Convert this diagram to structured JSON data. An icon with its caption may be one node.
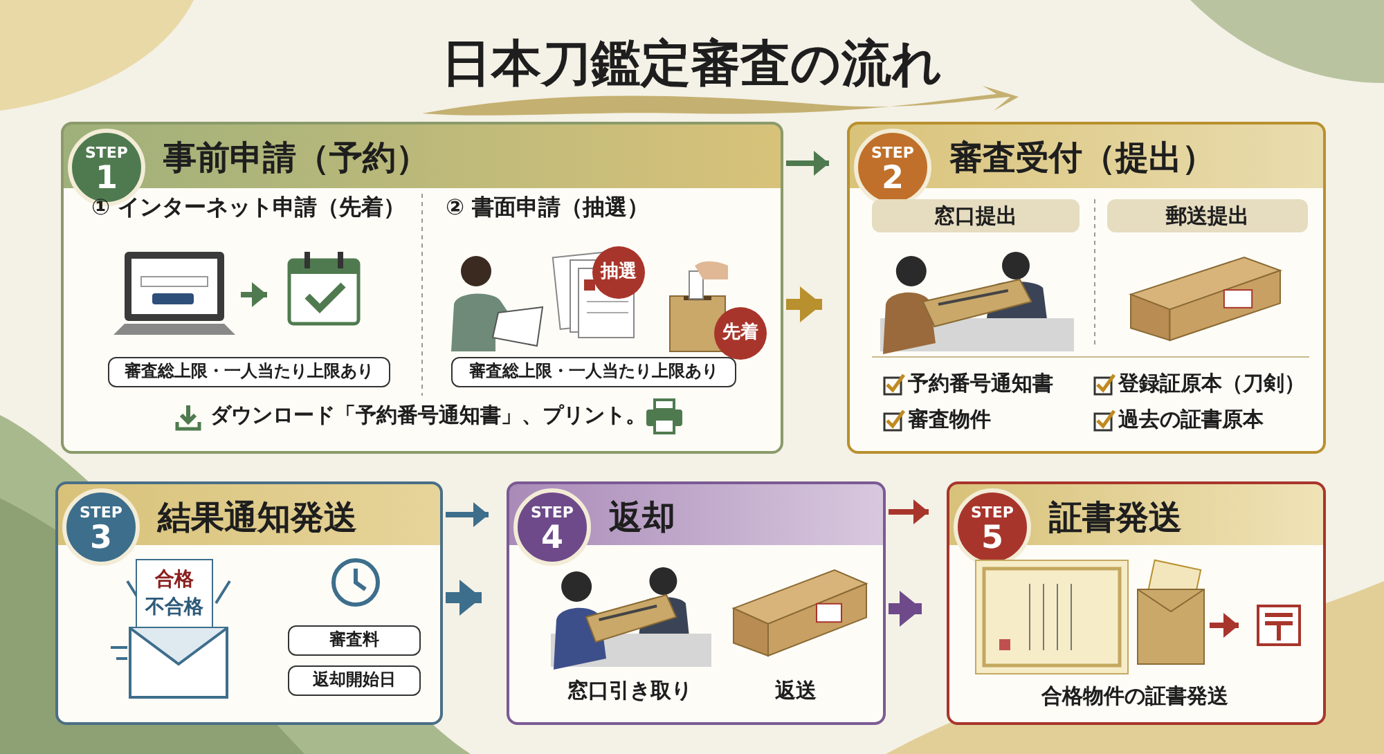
{
  "diagram": {
    "title": "日本刀鑑定審査の流れ",
    "nodes": [
      {
        "text": [
          "STEP 1",
          "事前申請（予約）"
        ]
      },
      {
        "text": [],
        "shape": "picture",
        "in": 0
      },
      {
        "text": [],
        "shape": "picture",
        "in": 0
      },
      {
        "text": [
          "審査総上限・一人当たり上限あり"
        ],
        "in": 0
      },
      {
        "text": [
          "抽選"
        ],
        "in": 0
      },
      {
        "text": [
          "先着"
        ],
        "in": 0
      },
      {
        "text": [
          "審査総上限・一人当たり上限あり"
        ],
        "in": 0
      },
      {
        "text": [
          "STEP 2",
          "審査受付（提出）"
        ]
      },
      {
        "text": [
          "窓口提出"
        ],
        "in": 7
      },
      {
        "text": [
          "郵送提出"
        ],
        "in": 7
      },
      {
        "text": [
          "STEP 3",
          "結果通知発送"
        ]
      },
      {
        "text": [
          "合格",
          "不合格"
        ],
        "in": 10
      },
      {
        "text": [
          "審査料"
        ],
        "in": 10
      },
      {
        "text": [
          "返却開始日"
        ],
        "in": 10
      },
      {
        "text": [
          "STEP 4",
          "返却"
        ]
      },
      {
        "text": [
          "STEP 5",
          "証書発送"
        ]
      },
      {
        "text": [],
        "shape": "picture",
        "in": 15
      },
      {
        "text": [],
        "shape": "picture",
        "in": 15
      }
    ],
    "edges": [
      {
        "from": 1,
        "to": 2,
        "arrow": "to",
        "color": "#4f7a4f"
      },
      {
        "from": 0,
        "to": 7,
        "arrow": "to",
        "color": "#4f7a4f"
      },
      {
        "from": 0,
        "to": 7,
        "arrow": "to",
        "style": "thick",
        "color": "#b8902e"
      },
      {
        "from": 10,
        "to": 14,
        "arrow": "to",
        "color": "#3d6e8c"
      },
      {
        "from": 10,
        "to": 14,
        "arrow": "to",
        "style": "thick",
        "color": "#3d6e8c"
      },
      {
        "from": 14,
        "to": 15,
        "arrow": "to",
        "color": "#a8352b"
      },
      {
        "from": 14,
        "to": 15,
        "arrow": "to",
        "style": "thick",
        "color": "#6e4a8a"
      },
      {
        "from": 16,
        "to": 17,
        "arrow": "to",
        "color": "#a8352b"
      }
    ],
    "labels": [
      "① インターネット申請（先着）",
      "② 書面申請（抽選）",
      "ダウンロード「予約番号通知書」、プリント。",
      "予約番号通知書",
      "登録証原本（刀剣）",
      "審査物件",
      "過去の証書原本",
      "窓口引き取り",
      "返送",
      "合格物件の証書発送"
    ]
  }
}
